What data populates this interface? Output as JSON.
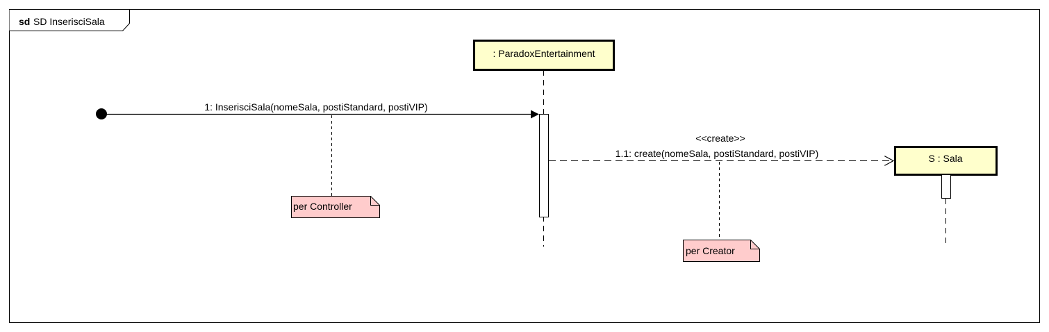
{
  "frame": {
    "keyword": "sd",
    "name": "SD InserisciSala"
  },
  "lifelines": {
    "main": {
      "label": ": ParadoxEntertainment"
    },
    "sala": {
      "label": "S : Sala"
    }
  },
  "messages": {
    "m1": {
      "label": "1: InserisciSala(nomeSala, postiStandard, postiVIP)"
    },
    "m2": {
      "stereotype": "<<create>>",
      "label": "1.1: create(nomeSala, postiStandard, postiVIP)"
    }
  },
  "notes": {
    "controller": {
      "text": "per Controller"
    },
    "creator": {
      "text": "per Creator"
    }
  },
  "colors": {
    "lifeline_fill": "#ffffcc",
    "note_fill": "#ffcccc",
    "line": "#000000"
  }
}
